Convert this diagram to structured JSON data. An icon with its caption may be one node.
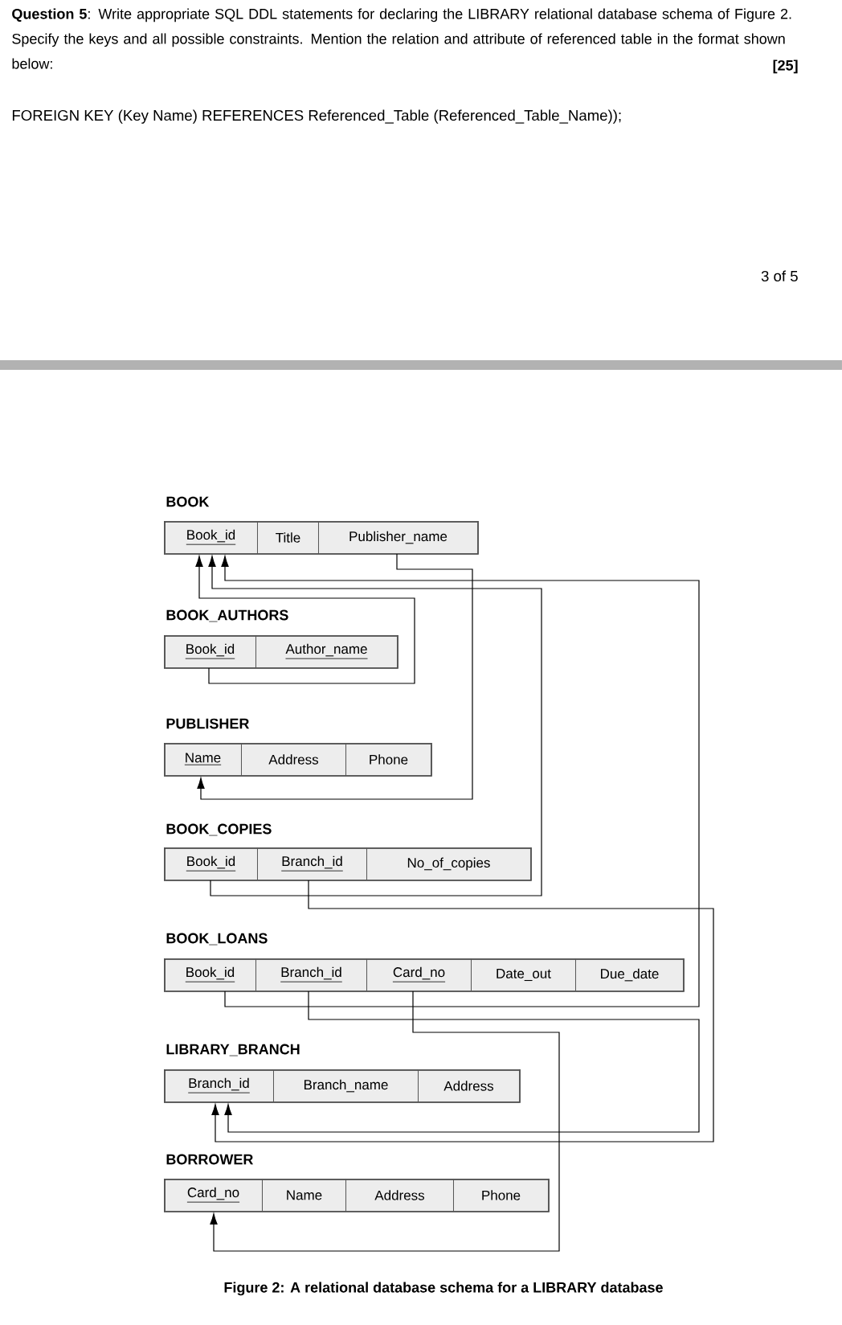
{
  "diagram": {
    "caption": "Figure 2: A relational database schema for a LIBRARY database",
    "nodes": [
      {
        "text": [
          "BOOK"
        ]
      },
      {
        "text": [
          "Book_id"
        ],
        "in": 0
      },
      {
        "text": [
          "Title"
        ],
        "in": 0
      },
      {
        "text": [
          "Publisher_name"
        ],
        "in": 0
      },
      {
        "text": [
          "BOOK_AUTHORS"
        ]
      },
      {
        "text": [
          "Book_id"
        ],
        "in": 4
      },
      {
        "text": [
          "Author_name"
        ],
        "in": 4
      },
      {
        "text": [
          "PUBLISHER"
        ]
      },
      {
        "text": [
          "Name"
        ],
        "in": 7
      },
      {
        "text": [
          "Address"
        ],
        "in": 7
      },
      {
        "text": [
          "Phone"
        ],
        "in": 7
      },
      {
        "text": [
          "BOOK_COPIES"
        ]
      },
      {
        "text": [
          "Book_id"
        ],
        "in": 11
      },
      {
        "text": [
          "Branch_id"
        ],
        "in": 11
      },
      {
        "text": [
          "No_of_copies"
        ],
        "in": 11
      },
      {
        "text": [
          "BOOK_LOANS"
        ]
      },
      {
        "text": [
          "Book_id"
        ],
        "in": 15
      },
      {
        "text": [
          "Branch_id"
        ],
        "in": 15
      },
      {
        "text": [
          "Card_no"
        ],
        "in": 15
      },
      {
        "text": [
          "Date_out"
        ],
        "in": 15
      },
      {
        "text": [
          "Due_date"
        ],
        "in": 15
      },
      {
        "text": [
          "LIBRARY_BRANCH"
        ]
      },
      {
        "text": [
          "Branch_id"
        ],
        "in": 21
      },
      {
        "text": [
          "Branch_name"
        ],
        "in": 21
      },
      {
        "text": [
          "Address"
        ],
        "in": 21
      },
      {
        "text": [
          "BORROWER"
        ]
      },
      {
        "text": [
          "Card_no"
        ],
        "in": 25
      },
      {
        "text": [
          "Name"
        ],
        "in": 25
      },
      {
        "text": [
          "Address"
        ],
        "in": 25
      },
      {
        "text": [
          "Phone"
        ],
        "in": 25
      }
    ],
    "edges": [
      {
        "from": 5,
        "to": 1,
        "arrow": "to"
      },
      {
        "from": 3,
        "to": 8,
        "arrow": "to"
      },
      {
        "from": 12,
        "to": 1,
        "arrow": "to"
      },
      {
        "from": 16,
        "to": 1,
        "arrow": "to"
      },
      {
        "from": 13,
        "to": 22,
        "arrow": "to"
      },
      {
        "from": 17,
        "to": 22,
        "arrow": "to"
      },
      {
        "from": 18,
        "to": 26,
        "arrow": "to"
      }
    ],
    "labels": [
      "**Question 5**: Write appropriate SQL DDL statements for declaring the LIBRARY relational database schema of Figure 2. Specify the keys and all possible constraints. Mention the relation and attribute of referenced table in the format shown below:",
      "[25]",
      "FOREIGN KEY (Key Name) REFERENCES Referenced_Table (Referenced_Table_Name));",
      "3 of 5"
    ]
  }
}
